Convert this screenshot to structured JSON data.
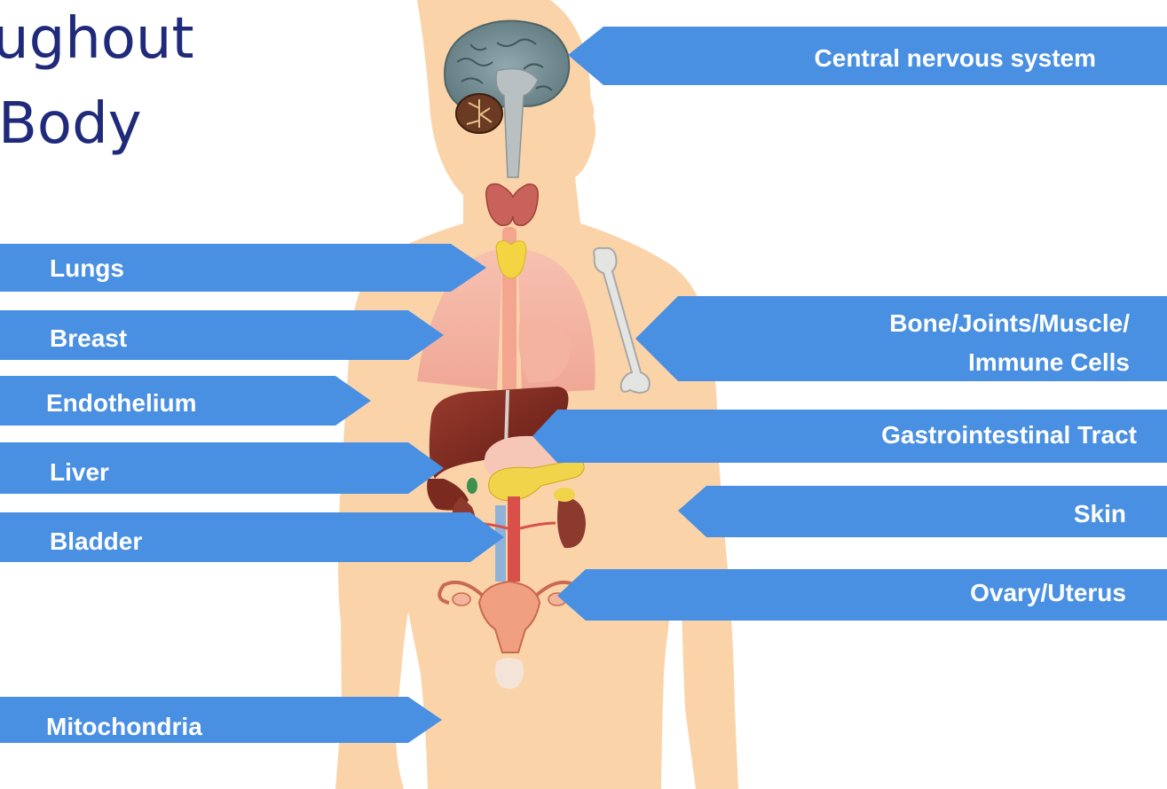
{
  "title": {
    "line1": "ughout",
    "line2": "Body"
  },
  "colors": {
    "label_fill": "#4a90e2",
    "label_text": "#ffffff",
    "title_text": "#1f2a7a",
    "body_skin": "#fbd3a9"
  },
  "labels": {
    "cns": "Central nervous system",
    "lungs": "Lungs",
    "breast": "Breast",
    "endothelium": "Endothelium",
    "liver": "Liver",
    "bladder": "Bladder",
    "mitochondria": "Mitochondria",
    "bone_line1": "Bone/Joints/Muscle/",
    "bone_line2": "Immune Cells",
    "gi": "Gastrointestinal Tract",
    "skin": "Skin",
    "ovary": "Ovary/Uterus"
  }
}
